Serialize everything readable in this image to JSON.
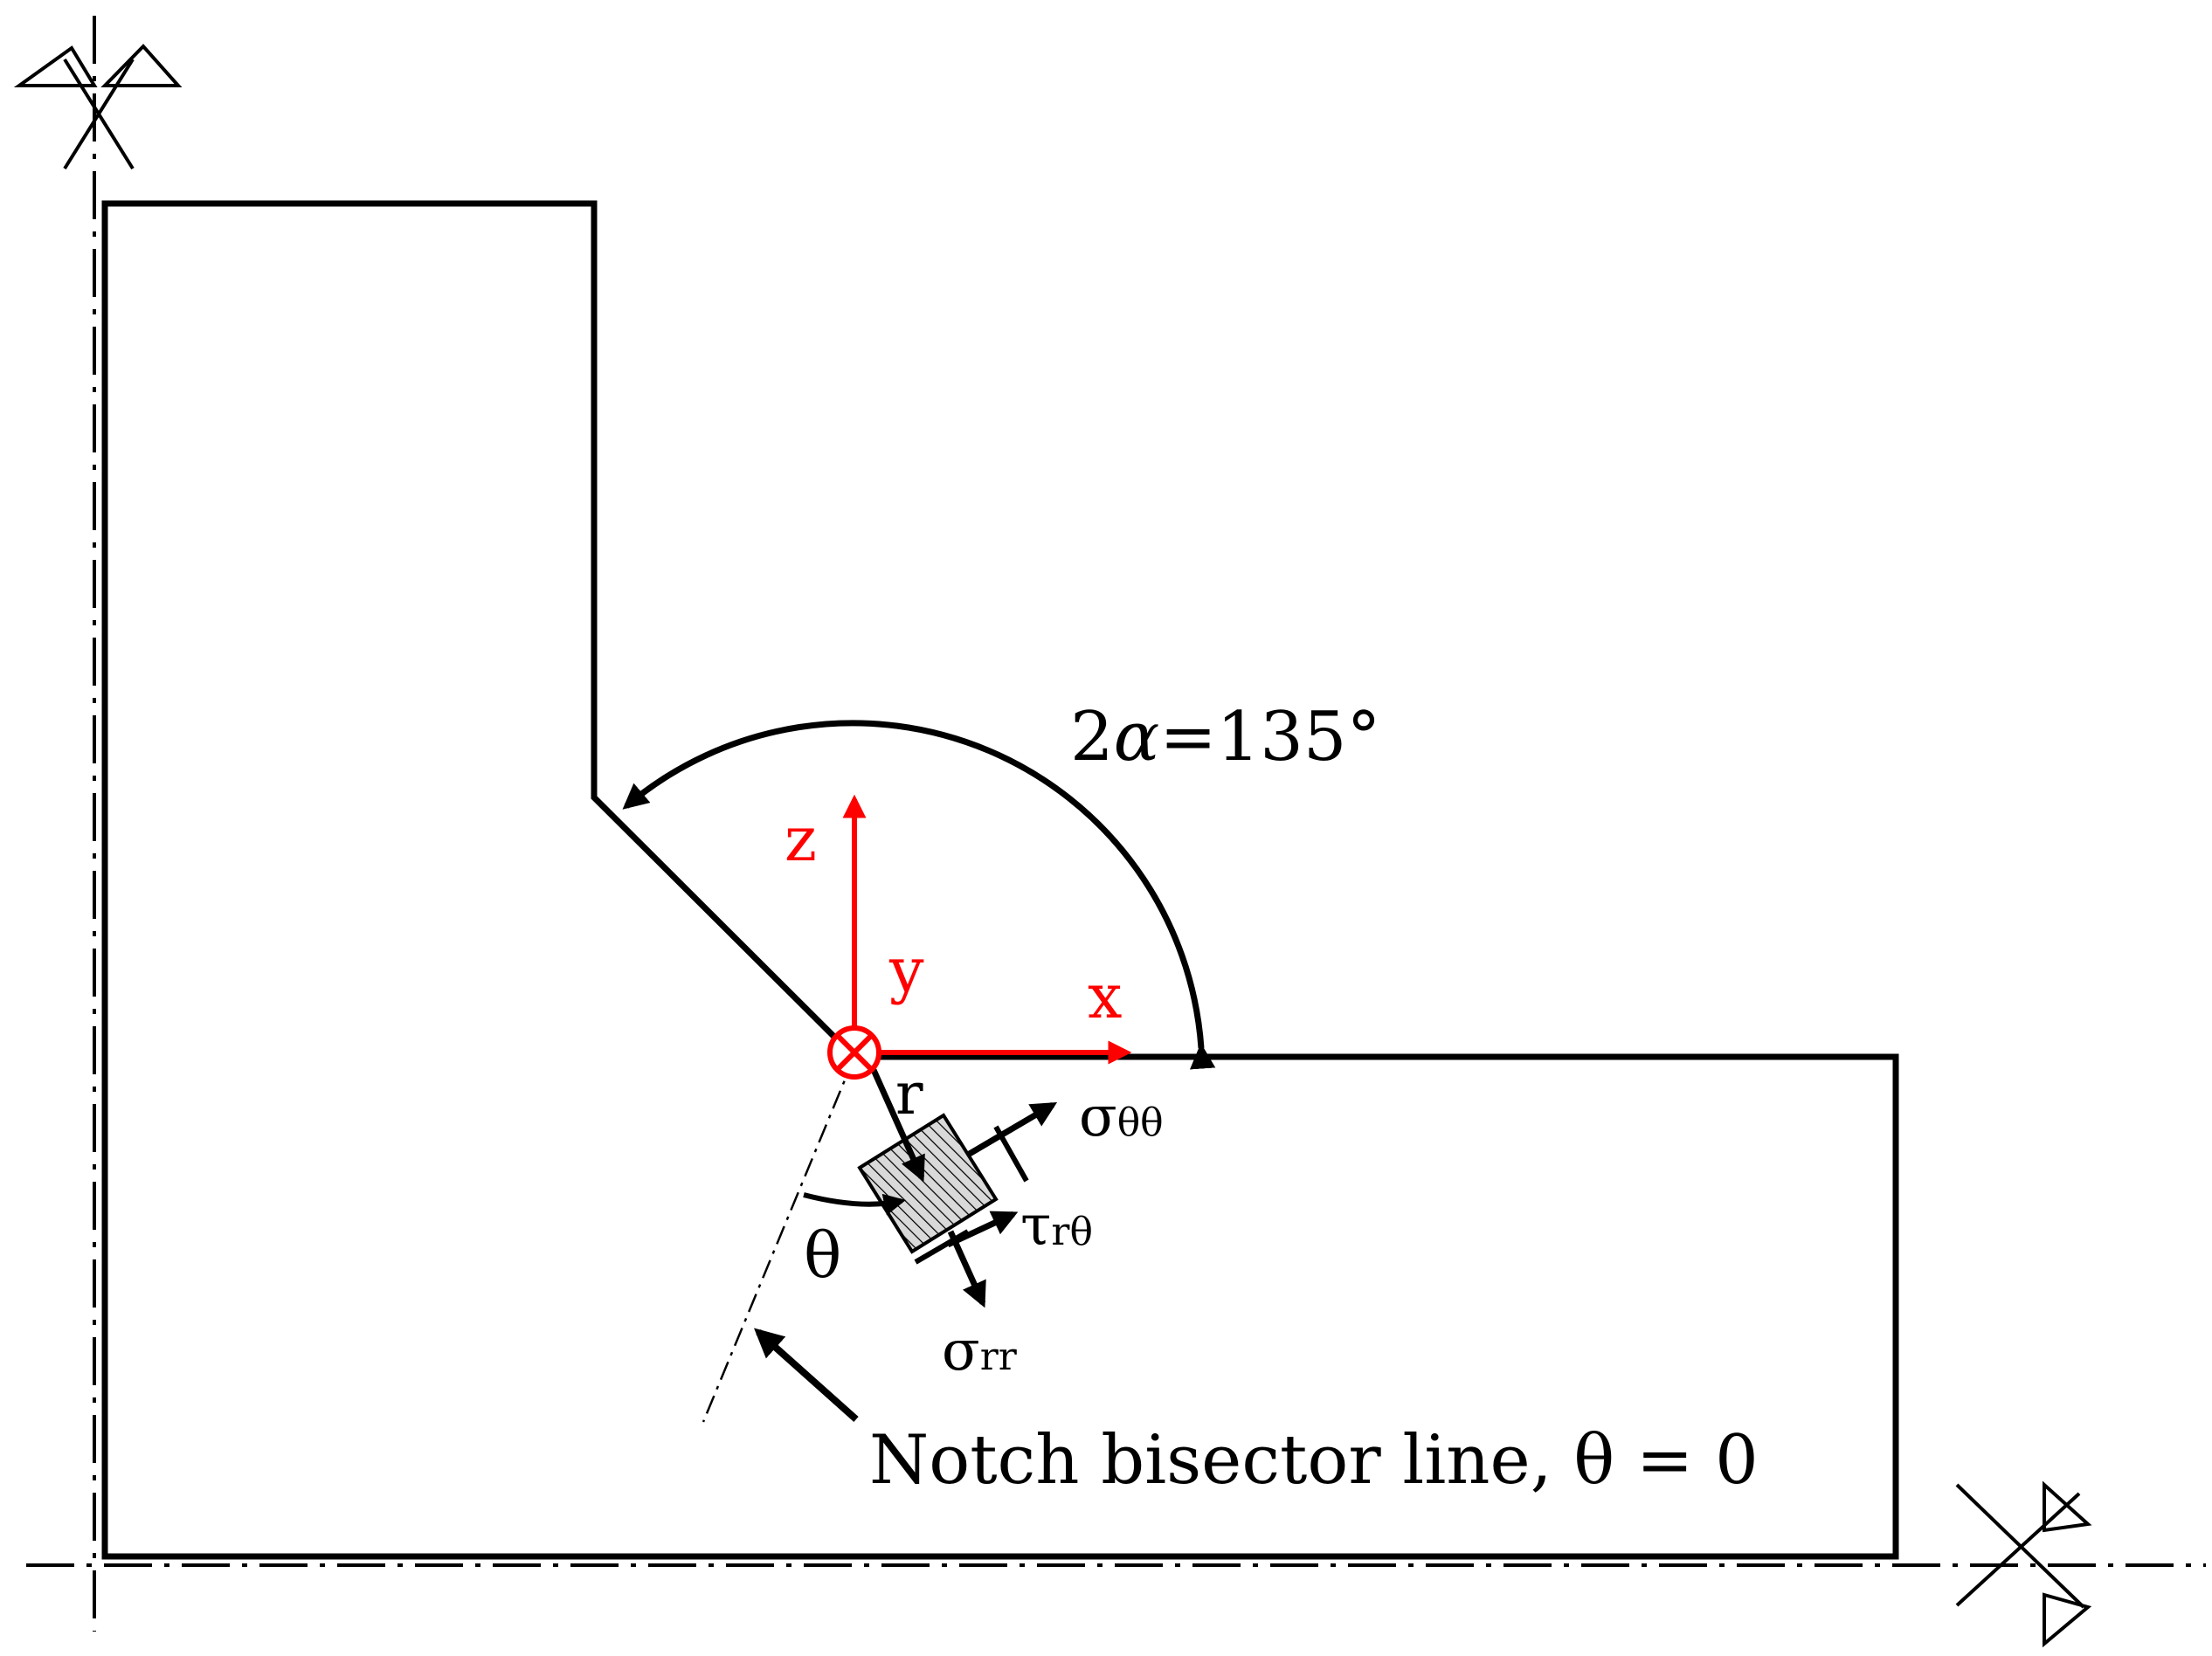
{
  "angle_label": {
    "prefix": "2",
    "alpha": "α",
    "rest": "=135°"
  },
  "axes": {
    "z": "z",
    "y": "y",
    "x": "x",
    "color": "#ff0000"
  },
  "labels": {
    "r": "r",
    "theta": "θ",
    "sigma_tt": {
      "main": "σ",
      "sub": "θθ"
    },
    "tau_rt": {
      "main": "τ",
      "sub": "rθ"
    },
    "sigma_rr": {
      "main": "σ",
      "sub": "rr"
    },
    "bisector": "Notch bisector line, θ = 0"
  },
  "colors": {
    "ink": "#000000",
    "accent": "#ff0000",
    "element_fill": "#d9d9d9"
  }
}
